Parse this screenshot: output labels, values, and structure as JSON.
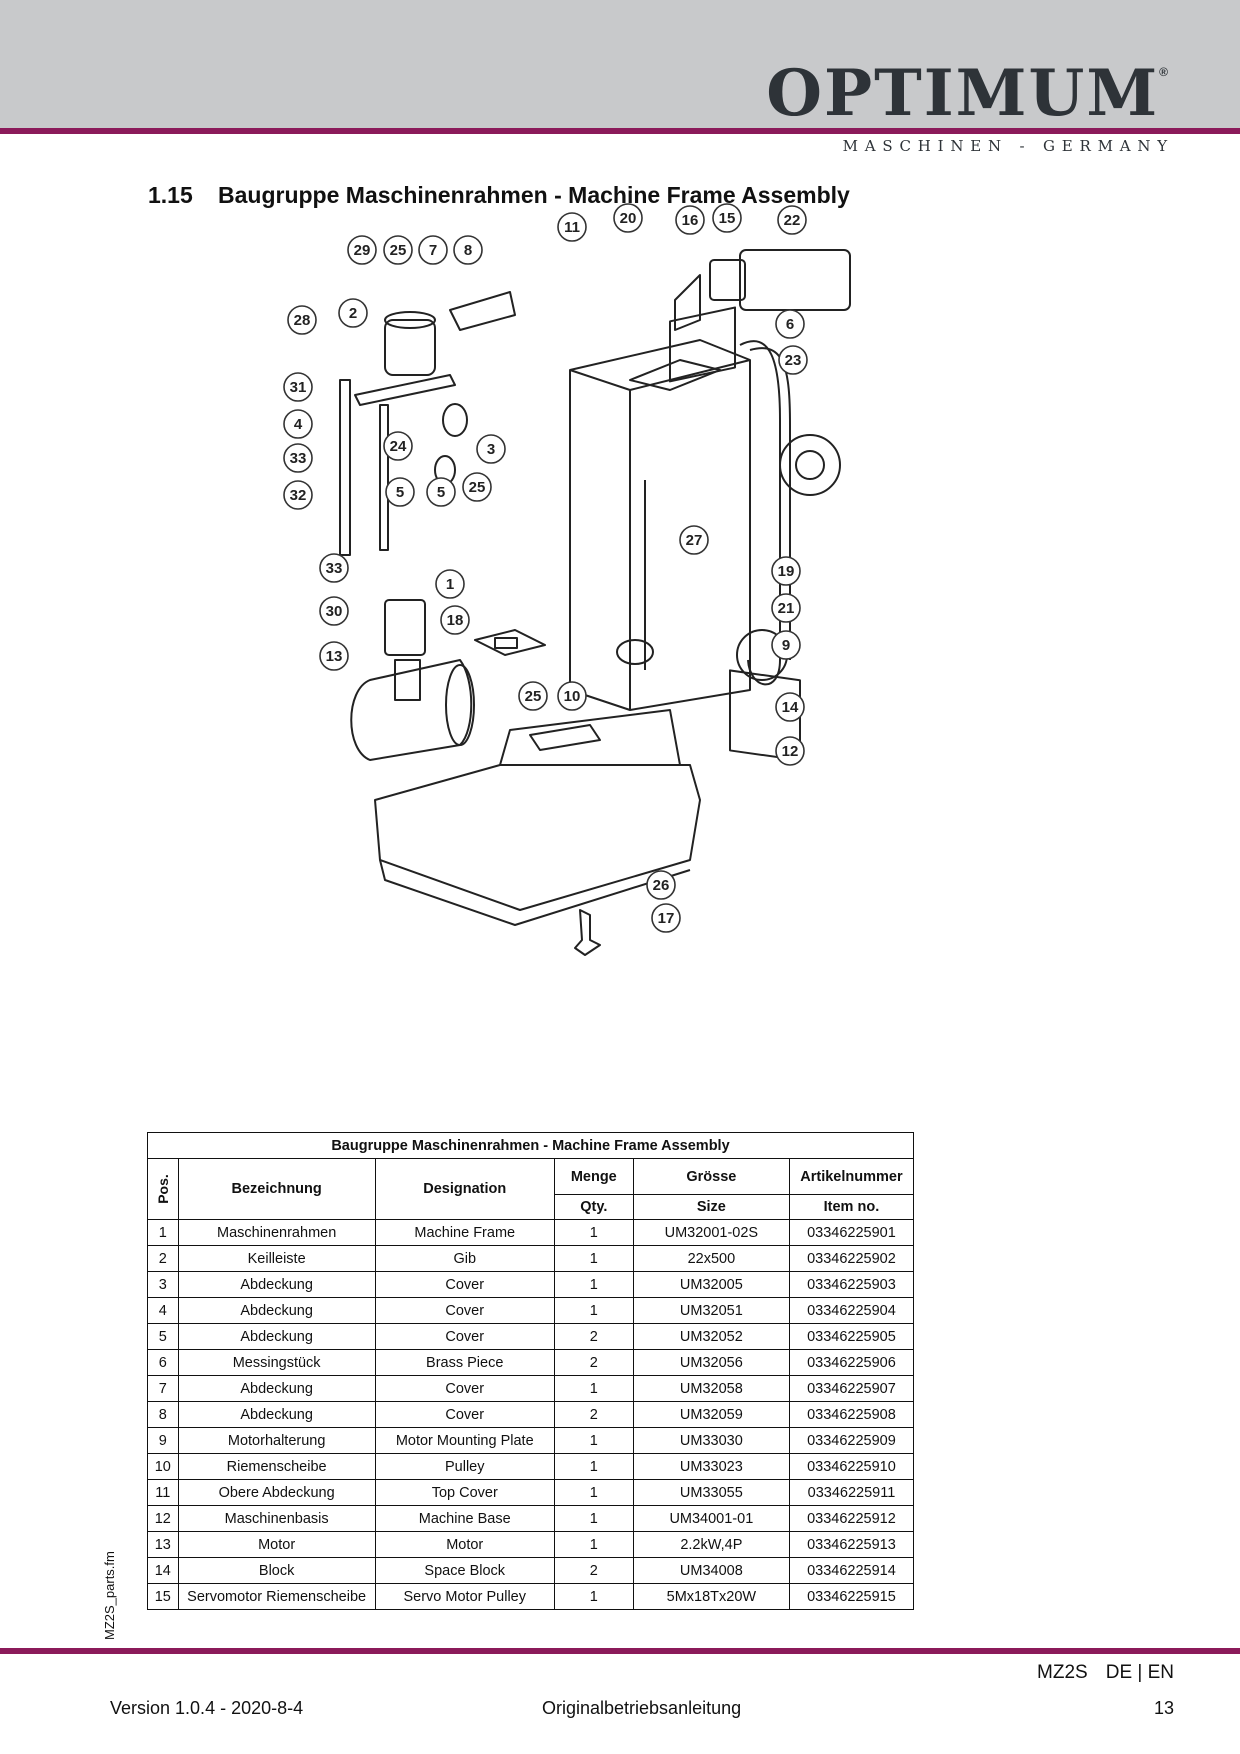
{
  "header": {
    "brand": "OPTIMUM",
    "registered_mark": "®",
    "tagline": "MASCHINEN - GERMANY"
  },
  "section": {
    "number": "1.15",
    "title": "Baugruppe Maschinenrahmen - Machine Frame Assembly"
  },
  "diagram": {
    "callouts": [
      "29",
      "25",
      "7",
      "8",
      "28",
      "2",
      "31",
      "4",
      "33",
      "32",
      "24",
      "5",
      "5",
      "25",
      "3",
      "11",
      "20",
      "16",
      "15",
      "22",
      "6",
      "23",
      "27",
      "19",
      "21",
      "9",
      "14",
      "12",
      "33",
      "30",
      "13",
      "1",
      "18",
      "25",
      "10",
      "26",
      "17"
    ]
  },
  "table": {
    "caption": "Baugruppe Maschinenrahmen - Machine Frame Assembly",
    "headers": {
      "pos": "Pos.",
      "bezeichnung": "Bezeichnung",
      "designation": "Designation",
      "menge": "Menge",
      "qty": "Qty.",
      "groesse": "Grösse",
      "size": "Size",
      "artikelnummer": "Artikelnummer",
      "item_no": "Item no."
    },
    "rows": [
      {
        "pos": "1",
        "de": "Maschinenrahmen",
        "en": "Machine Frame",
        "qty": "1",
        "size": "UM32001-02S",
        "item": "03346225901"
      },
      {
        "pos": "2",
        "de": "Keilleiste",
        "en": "Gib",
        "qty": "1",
        "size": "22x500",
        "item": "03346225902"
      },
      {
        "pos": "3",
        "de": "Abdeckung",
        "en": "Cover",
        "qty": "1",
        "size": "UM32005",
        "item": "03346225903"
      },
      {
        "pos": "4",
        "de": "Abdeckung",
        "en": "Cover",
        "qty": "1",
        "size": "UM32051",
        "item": "03346225904"
      },
      {
        "pos": "5",
        "de": "Abdeckung",
        "en": "Cover",
        "qty": "2",
        "size": "UM32052",
        "item": "03346225905"
      },
      {
        "pos": "6",
        "de": "Messingstück",
        "en": "Brass Piece",
        "qty": "2",
        "size": "UM32056",
        "item": "03346225906"
      },
      {
        "pos": "7",
        "de": "Abdeckung",
        "en": "Cover",
        "qty": "1",
        "size": "UM32058",
        "item": "03346225907"
      },
      {
        "pos": "8",
        "de": "Abdeckung",
        "en": "Cover",
        "qty": "2",
        "size": "UM32059",
        "item": "03346225908"
      },
      {
        "pos": "9",
        "de": "Motorhalterung",
        "en": "Motor Mounting Plate",
        "qty": "1",
        "size": "UM33030",
        "item": "03346225909"
      },
      {
        "pos": "10",
        "de": "Riemenscheibe",
        "en": "Pulley",
        "qty": "1",
        "size": "UM33023",
        "item": "03346225910"
      },
      {
        "pos": "11",
        "de": "Obere Abdeckung",
        "en": "Top Cover",
        "qty": "1",
        "size": "UM33055",
        "item": "03346225911"
      },
      {
        "pos": "12",
        "de": "Maschinenbasis",
        "en": "Machine Base",
        "qty": "1",
        "size": "UM34001-01",
        "item": "03346225912"
      },
      {
        "pos": "13",
        "de": "Motor",
        "en": "Motor",
        "qty": "1",
        "size": "2.2kW,4P",
        "item": "03346225913"
      },
      {
        "pos": "14",
        "de": "Block",
        "en": "Space Block",
        "qty": "2",
        "size": "UM34008",
        "item": "03346225914"
      },
      {
        "pos": "15",
        "de": "Servomotor Riemenscheibe",
        "en": "Servo Motor Pulley",
        "qty": "1",
        "size": "5Mx18Tx20W",
        "item": "03346225915"
      }
    ]
  },
  "sidebar": {
    "filename": "MZ2S_parts.fm"
  },
  "footer": {
    "model": "MZ2S",
    "languages": "DE | EN",
    "version": "Version 1.0.4 - 2020-8-4",
    "document": "Originalbetriebsanleitung",
    "page": "13"
  },
  "colors": {
    "header_band": "#c8c9cb",
    "accent_line": "#8b1a5a",
    "logo": "#2e3338"
  }
}
